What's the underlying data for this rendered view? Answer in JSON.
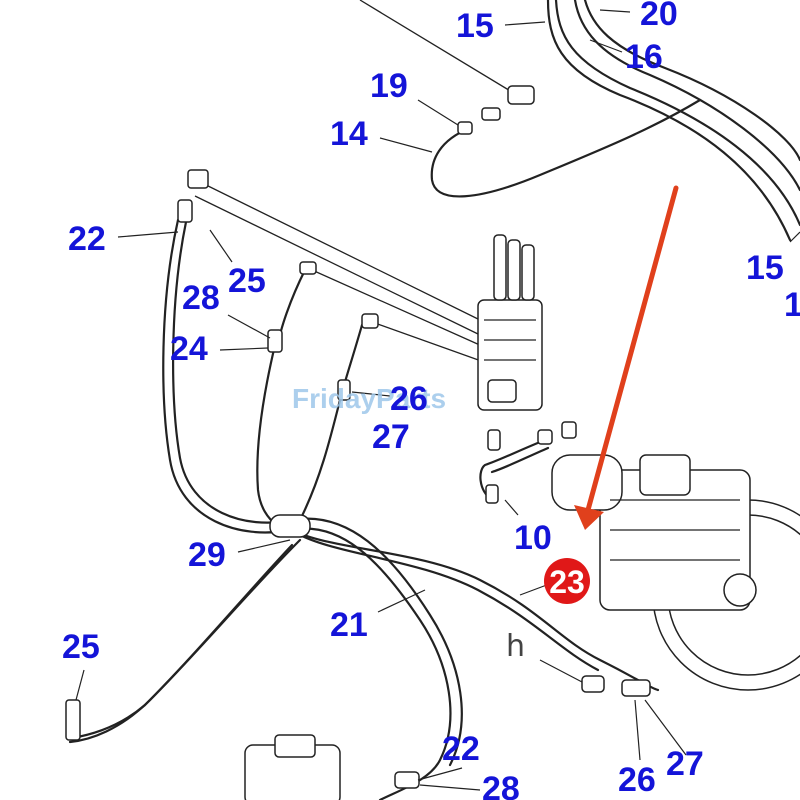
{
  "diagram": {
    "watermark": "FridayParts",
    "highlight": {
      "label": "23",
      "fill": "#e01818",
      "text_color": "#ffffff"
    },
    "arrow_color": "#e0401c",
    "label_color": "#1414d8",
    "marker_h": "h",
    "labels": [
      {
        "id": "l15a",
        "text": "15"
      },
      {
        "id": "l20",
        "text": "20"
      },
      {
        "id": "l16",
        "text": "16"
      },
      {
        "id": "l19",
        "text": "19"
      },
      {
        "id": "l14",
        "text": "14"
      },
      {
        "id": "l22a",
        "text": "22"
      },
      {
        "id": "l25a",
        "text": "25"
      },
      {
        "id": "l28a",
        "text": "28"
      },
      {
        "id": "l24",
        "text": "24"
      },
      {
        "id": "l26a",
        "text": "26"
      },
      {
        "id": "l27a",
        "text": "27"
      },
      {
        "id": "l10",
        "text": "10"
      },
      {
        "id": "l15b",
        "text": "15"
      },
      {
        "id": "l1",
        "text": "1"
      },
      {
        "id": "l29",
        "text": "29"
      },
      {
        "id": "l21",
        "text": "21"
      },
      {
        "id": "l25b",
        "text": "25"
      },
      {
        "id": "l22b",
        "text": "22"
      },
      {
        "id": "l28b",
        "text": "28"
      },
      {
        "id": "l26b",
        "text": "26"
      },
      {
        "id": "l27b",
        "text": "27"
      }
    ]
  }
}
